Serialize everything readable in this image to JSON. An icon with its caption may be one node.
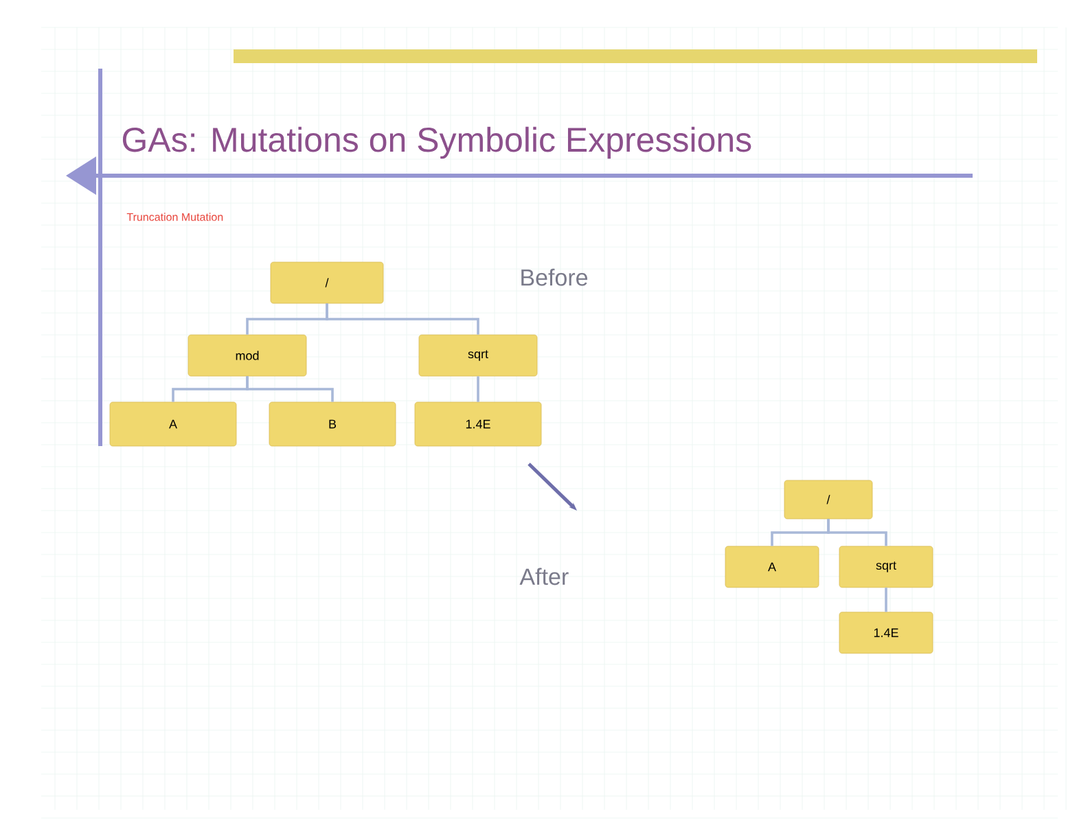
{
  "diagram": {
    "title": "GAs: Mutations on Symbolic Expressions",
    "nodes": [
      {
        "text": [
          "/"
        ]
      },
      {
        "text": [
          "mod"
        ]
      },
      {
        "text": [
          "sqrt"
        ]
      },
      {
        "text": [
          "A"
        ]
      },
      {
        "text": [
          "B"
        ]
      },
      {
        "text": [
          "1.4E"
        ]
      },
      {
        "text": [
          "/"
        ]
      },
      {
        "text": [
          "A"
        ]
      },
      {
        "text": [
          "sqrt"
        ]
      },
      {
        "text": [
          "1.4E"
        ]
      }
    ],
    "edges": [
      {
        "from": 0,
        "to": 1,
        "arrow": "none"
      },
      {
        "from": 0,
        "to": 2,
        "arrow": "none"
      },
      {
        "from": 1,
        "to": 3,
        "arrow": "none"
      },
      {
        "from": 1,
        "to": 4,
        "arrow": "none"
      },
      {
        "from": 2,
        "to": 5,
        "arrow": "none"
      },
      {
        "from": 6,
        "to": 7,
        "arrow": "none"
      },
      {
        "from": 6,
        "to": 8,
        "arrow": "none"
      },
      {
        "from": 8,
        "to": 9,
        "arrow": "none"
      }
    ],
    "labels": [
      "Truncation Mutation",
      "Before",
      "After"
    ]
  }
}
